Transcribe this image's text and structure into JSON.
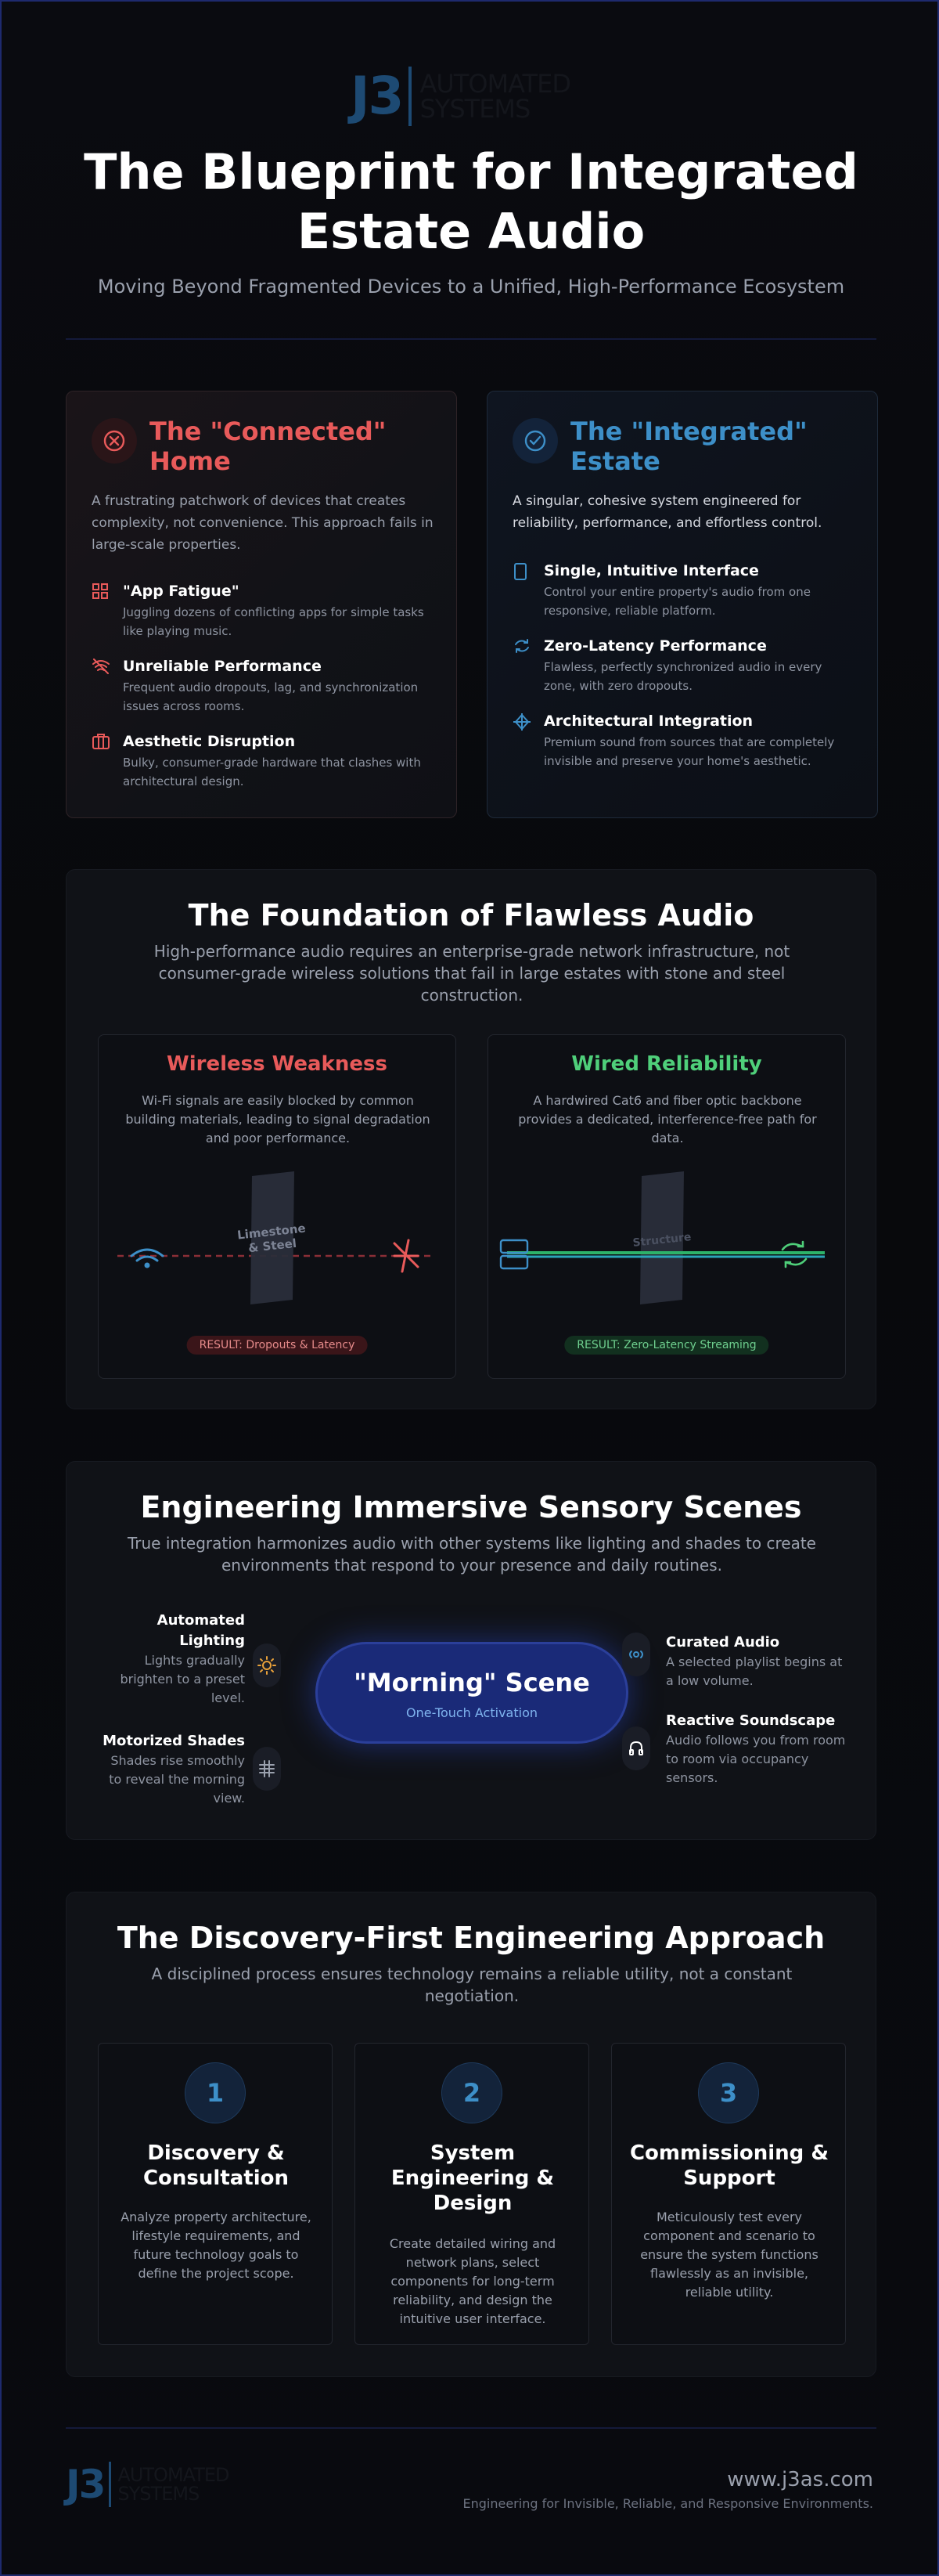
{
  "header": {
    "logo_mark": "J3",
    "logo_line1": "AUTOMATED",
    "logo_line2": "SYSTEMS",
    "title": "The Blueprint for Integrated Estate Audio",
    "subtitle": "Moving Beyond Fragmented Devices to a Unified, High-Performance Ecosystem"
  },
  "connected": {
    "title": "The \"Connected\" Home",
    "description": "A frustrating patchwork of devices that creates complexity, not convenience. This approach fails in large-scale properties.",
    "items": [
      {
        "title": "\"App Fatigue\"",
        "desc": "Juggling dozens of conflicting apps for simple tasks like playing music.",
        "icon": "app-grid-icon"
      },
      {
        "title": "Unreliable Performance",
        "desc": "Frequent audio dropouts, lag, and synchronization issues across rooms.",
        "icon": "wifi-off-icon"
      },
      {
        "title": "Aesthetic Disruption",
        "desc": "Bulky, consumer-grade hardware that clashes with architectural design.",
        "icon": "device-box-icon"
      }
    ]
  },
  "integrated": {
    "title": "The \"Integrated\" Estate",
    "description": "A singular, cohesive system engineered for reliability, performance, and effortless control.",
    "items": [
      {
        "title": "Single, Intuitive Interface",
        "desc": "Control your entire property's audio from one responsive, reliable platform.",
        "icon": "tablet-icon"
      },
      {
        "title": "Zero-Latency Performance",
        "desc": "Flawless, perfectly synchronized audio in every zone, with zero dropouts.",
        "icon": "sync-icon"
      },
      {
        "title": "Architectural Integration",
        "desc": "Premium sound from sources that are completely invisible and preserve your home's aesthetic.",
        "icon": "crosshair-icon"
      }
    ]
  },
  "foundation": {
    "title": "The Foundation of Flawless Audio",
    "subtitle": "High-performance audio requires an enterprise-grade network infrastructure, not consumer-grade wireless solutions that fail in large estates with stone and steel construction.",
    "wireless": {
      "title": "Wireless Weakness",
      "desc": "Wi-Fi signals are easily blocked by common building materials, leading to signal degradation and poor performance.",
      "wall_label": "Limestone & Steel",
      "result": "RESULT: Dropouts & Latency"
    },
    "wired": {
      "title": "Wired Reliability",
      "desc": "A hardwired Cat6 and fiber optic backbone provides a dedicated, interference-free path for data.",
      "wall_label": "Structure",
      "result": "RESULT: Zero-Latency Streaming"
    }
  },
  "scenes": {
    "title": "Engineering Immersive Sensory Scenes",
    "subtitle": "True integration harmonizes audio with other systems like lighting and shades to create environments that respond to your presence and daily routines.",
    "center_title": "\"Morning\" Scene",
    "center_sub": "One-Touch Activation",
    "lighting": {
      "title": "Automated Lighting",
      "desc": "Lights gradually brighten to a preset level."
    },
    "shades": {
      "title": "Motorized Shades",
      "desc": "Shades rise smoothly to reveal the morning view."
    },
    "audio": {
      "title": "Curated Audio",
      "desc": "A selected playlist begins at a low volume."
    },
    "soundscape": {
      "title": "Reactive Soundscape",
      "desc": "Audio follows you from room to room via occupancy sensors."
    }
  },
  "process": {
    "title": "The Discovery-First Engineering Approach",
    "subtitle": "A disciplined process ensures technology remains a reliable utility, not a constant negotiation.",
    "steps": [
      {
        "num": "1",
        "title": "Discovery & Consultation",
        "desc": "Analyze property architecture, lifestyle requirements, and future technology goals to define the project scope."
      },
      {
        "num": "2",
        "title": "System Engineering & Design",
        "desc": "Create detailed wiring and network plans, select components for long-term reliability, and design the intuitive user interface."
      },
      {
        "num": "3",
        "title": "Commissioning & Support",
        "desc": "Meticulously test every component and scenario to ensure the system functions flawlessly as an invisible, reliable utility."
      }
    ]
  },
  "footer": {
    "logo_mark": "J3",
    "logo_line1": "AUTOMATED",
    "logo_line2": "SYSTEMS",
    "url": "www.j3as.com",
    "tagline": "Engineering for Invisible, Reliable, and Responsive Environments."
  },
  "colors": {
    "accent_red": "#e85a5a",
    "accent_blue": "#3d8fc8",
    "accent_green": "#4fcf7a",
    "scene_blue": "#1a2a78"
  }
}
